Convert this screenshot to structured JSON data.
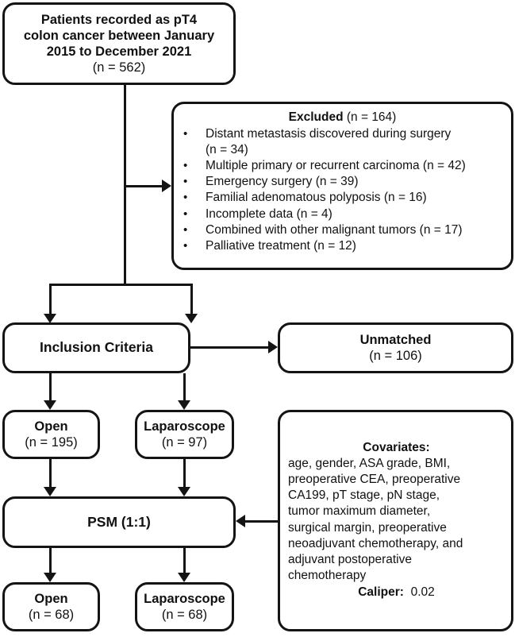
{
  "diagram": {
    "type": "flowchart",
    "title": "Patient selection flow diagram",
    "colors": {
      "line": "#141414",
      "box_fill": "#ffffff",
      "text": "#111111"
    },
    "boxes": {
      "source": {
        "lines": [
          "Patients recorded as pT4",
          "colon cancer between January",
          "2015 to December 2021",
          "(n = 562)"
        ],
        "count_label": "(n = 562)",
        "n": 562
      },
      "excluded": {
        "header_bold": "Excluded",
        "header_count": " (n = 164)",
        "n": 164,
        "bullet_glyph": "•",
        "items": [
          {
            "text": "Distant metastasis discovered during surgery",
            "count": "(n = 34)",
            "n": 34
          },
          {
            "text": "Multiple primary or recurrent carcinoma (n = 42)",
            "count": "",
            "n": 42
          },
          {
            "text": "Emergency surgery (n = 39)",
            "count": "",
            "n": 39
          },
          {
            "text": "Familial adenomatous polyposis (n = 16)",
            "count": "",
            "n": 16
          },
          {
            "text": "Incomplete data (n = 4)",
            "count": "",
            "n": 4
          },
          {
            "text": "Combined with other malignant tumors (n = 17)",
            "count": "",
            "n": 17
          },
          {
            "text": "Palliative treatment (n = 12)",
            "count": "",
            "n": 12
          }
        ]
      },
      "inclusion": {
        "label": "Inclusion Criteria"
      },
      "unmatched": {
        "label": "Unmatched",
        "count_label": "(n = 106)",
        "n": 106
      },
      "open_pre": {
        "label": "Open",
        "count_label": "(n = 195)",
        "n": 195
      },
      "lap_pre": {
        "label": "Laparoscope",
        "count_label": "(n = 97)",
        "n": 97
      },
      "psm": {
        "label": "PSM (1:1)",
        "ratio": "1:1"
      },
      "covariates": {
        "title": "Covariates:",
        "body_lines": [
          "age, gender, ASA grade, BMI,",
          "preoperative CEA, preoperative",
          "CA199, pT stage, pN stage,",
          "tumor maximum diameter,",
          "surgical margin, preoperative",
          "neoadjuvant chemotherapy, and",
          "adjuvant postoperative",
          "chemotherapy"
        ],
        "caliper_label": "Caliper:",
        "caliper_value": "0.02"
      },
      "open_post": {
        "label": "Open",
        "count_label": "(n = 68)",
        "n": 68
      },
      "lap_post": {
        "label": "Laparoscope",
        "count_label": "(n = 68)",
        "n": 68
      }
    }
  }
}
